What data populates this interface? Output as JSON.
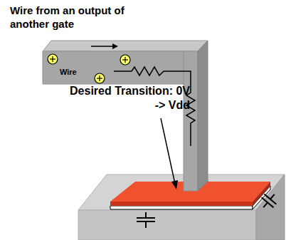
{
  "diagram": {
    "title": "Wire from an output of another gate",
    "labels": [
      "Wire",
      "Desired Transition: 0V -> Vdd"
    ]
  }
}
